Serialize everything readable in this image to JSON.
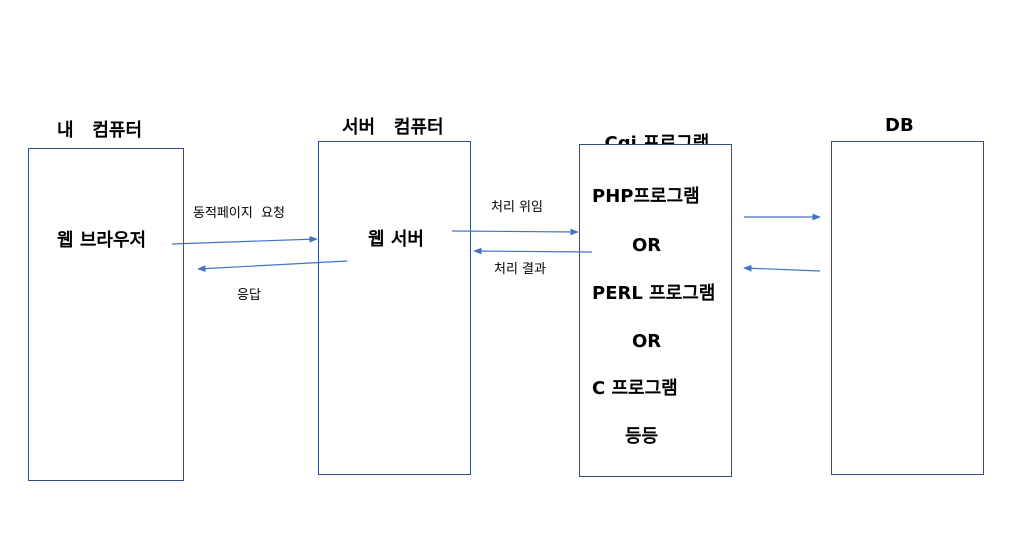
{
  "boxes": {
    "my_computer": {
      "title": "내   컴퓨터",
      "content": "웹 브라우저"
    },
    "server_computer": {
      "title": "서버   컴퓨터",
      "content": "웹 서버"
    },
    "cgi": {
      "title_part1": "Cgi",
      "title_part2": " 프로그램",
      "items": [
        "PHP프로그램",
        "OR",
        "PERL 프로그램",
        "OR",
        "C 프로그램",
        "등등"
      ]
    },
    "db": {
      "title": "DB"
    }
  },
  "arrows": {
    "request": "동적페이지  요청",
    "response": "응답",
    "delegate": "처리 위임",
    "result": "처리 결과"
  },
  "colors": {
    "arrow": "#4472c4",
    "box_border": "#2f4f7f",
    "spell_underline": "#e03a3a"
  }
}
